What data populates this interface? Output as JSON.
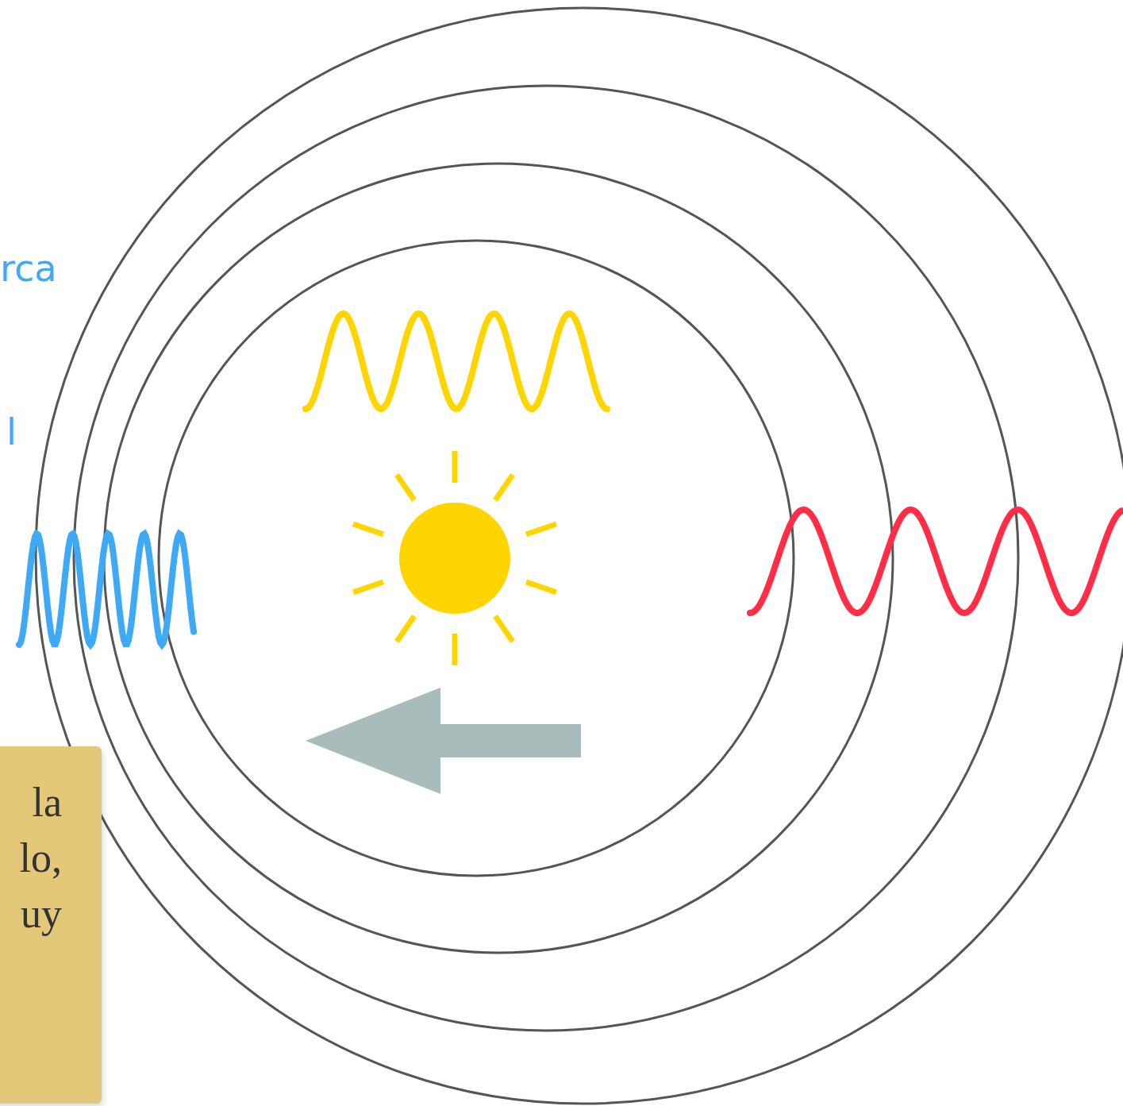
{
  "diagram": {
    "nodes": [
      {
        "text": [
          "la lo, uy"
        ]
      }
    ],
    "labels": [
      "rca",
      "l"
    ]
  }
}
